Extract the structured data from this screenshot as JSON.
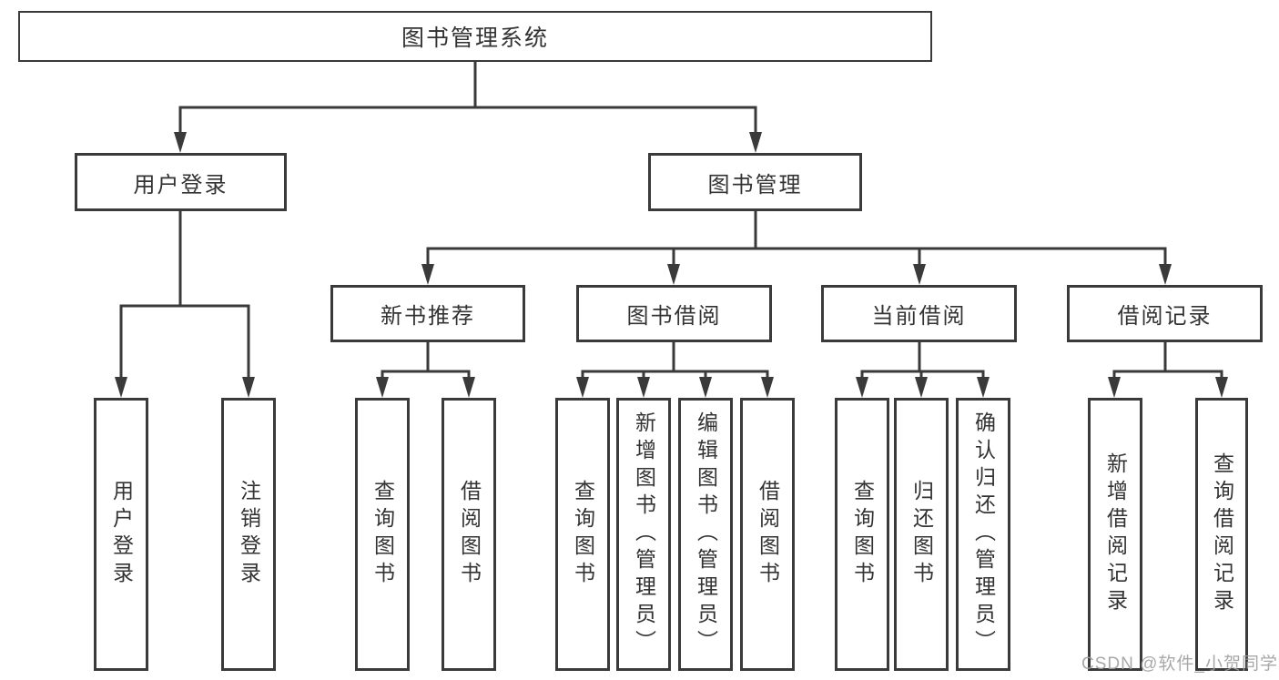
{
  "nodes": {
    "root": "图书管理系统",
    "userLogin": "用户登录",
    "bookMgmt": "图书管理",
    "newBookRec": "新书推荐",
    "bookBorrow": "图书借阅",
    "currentBorrow": "当前借阅",
    "borrowRecords": "借阅记录",
    "leafUserLogin": "用户登录",
    "leafLogout": "注销登录",
    "leafQueryBooks1": "查询图书",
    "leafBorrowBooks1": "借阅图书",
    "leafQueryBooks2": "查询图书",
    "leafAddBooks": "新增图书（管理员）",
    "leafEditBooks": "编辑图书（管理员）",
    "leafBorrowBooks2": "借阅图书",
    "leafQueryBooks3": "查询图书",
    "leafReturnBooks": "归还图书",
    "leafConfirmReturn": "确认归还（管理员）",
    "leafAddRecord": "新增借阅记录",
    "leafQueryRecord": "查询借阅记录"
  },
  "watermark": "CSDN @软件_小贺同学",
  "colors": {
    "line": "#3a3a3a",
    "border": "#3a3a3a",
    "text": "#333333",
    "watermark": "#9e9e9e",
    "background": "#ffffff"
  }
}
